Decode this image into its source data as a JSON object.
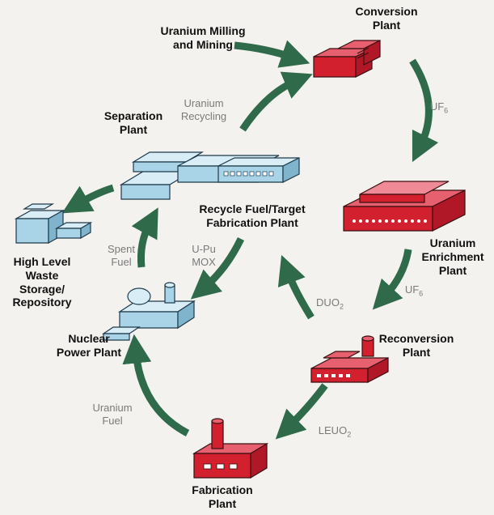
{
  "nodes": {
    "conversion": {
      "label_lines": [
        "Conversion",
        "Plant"
      ]
    },
    "milling": {
      "label_lines": [
        "Uranium Milling",
        "and Mining"
      ]
    },
    "separation": {
      "label_lines": [
        "Separation",
        "Plant"
      ]
    },
    "recycle": {
      "label_lines": [
        "Recycle Fuel/Target",
        "Fabrication Plant"
      ]
    },
    "enrichment": {
      "label_lines": [
        "Uranium",
        "Enrichment",
        "Plant"
      ]
    },
    "waste": {
      "label_lines": [
        "High Level",
        "Waste",
        "Storage/",
        "Repository"
      ]
    },
    "power": {
      "label_lines": [
        "Nuclear",
        "Power Plant"
      ]
    },
    "reconversion": {
      "label_lines": [
        "Reconversion",
        "Plant"
      ]
    },
    "fabrication": {
      "label_lines": [
        "Fabrication",
        "Plant"
      ]
    }
  },
  "flows": {
    "recycling": {
      "label_lines": [
        "Uranium",
        "Recycling"
      ]
    },
    "uf6_top": {
      "base": "UF",
      "sub": "6"
    },
    "uf6_bottom": {
      "base": "UF",
      "sub": "6"
    },
    "duo2": {
      "base": "DUO",
      "sub": "2"
    },
    "leuo2": {
      "base": "LEUO",
      "sub": "2"
    },
    "spent_fuel": {
      "label_lines": [
        "Spent",
        "Fuel"
      ]
    },
    "upu_mox": {
      "label_lines": [
        "U-Pu",
        "MOX"
      ]
    },
    "uranium_fuel": {
      "label_lines": [
        "Uranium",
        "Fuel"
      ]
    }
  },
  "colors": {
    "arrow": "#2f6a4a",
    "red_plant": "#d2202e",
    "red_plant_light": "#e66070",
    "blue_plant": "#a9d3e6",
    "blue_plant_light": "#d8edf6"
  }
}
